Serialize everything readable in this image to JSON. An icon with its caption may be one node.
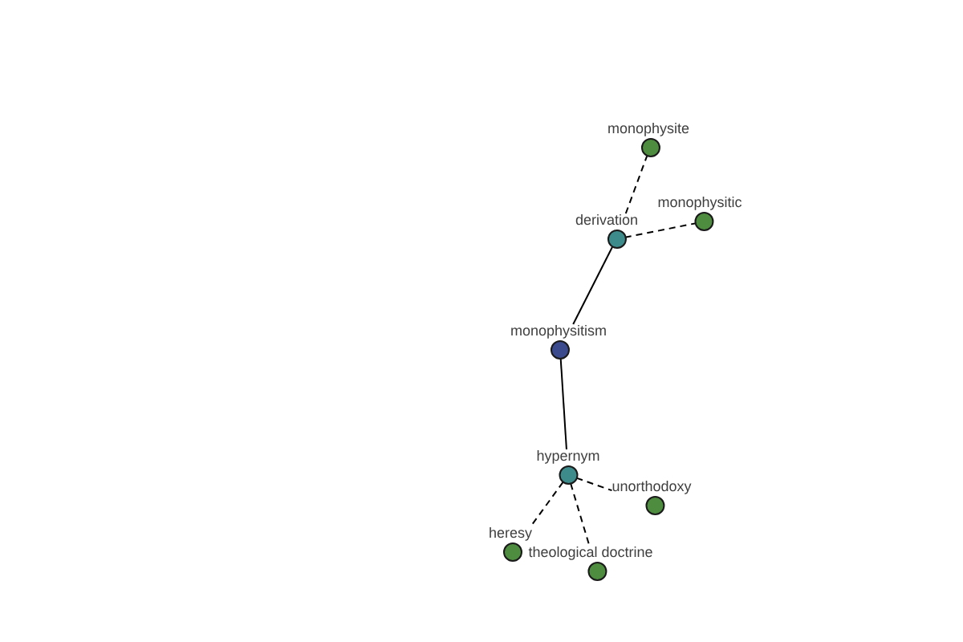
{
  "diagram": {
    "nodes": [
      {
        "text": [
          "monophysite"
        ]
      },
      {
        "text": [
          "derivation"
        ]
      },
      {
        "text": [
          "monophysitic"
        ]
      },
      {
        "text": [
          "monophysitism"
        ]
      },
      {
        "text": [
          "hypernym"
        ]
      },
      {
        "text": [
          "unorthodoxy"
        ]
      },
      {
        "text": [
          "heresy"
        ]
      },
      {
        "text": [
          "theological doctrine"
        ]
      }
    ],
    "edges": [
      {
        "from": 1,
        "to": 0,
        "arrow": "none",
        "style": "dashed"
      },
      {
        "from": 1,
        "to": 2,
        "arrow": "none",
        "style": "dashed"
      },
      {
        "from": 3,
        "to": 1,
        "arrow": "none"
      },
      {
        "from": 3,
        "to": 4,
        "arrow": "none"
      },
      {
        "from": 4,
        "to": 5,
        "arrow": "none",
        "style": "dashed"
      },
      {
        "from": 4,
        "to": 6,
        "arrow": "none",
        "style": "dashed"
      },
      {
        "from": 4,
        "to": 7,
        "arrow": "none",
        "style": "dashed"
      }
    ]
  }
}
